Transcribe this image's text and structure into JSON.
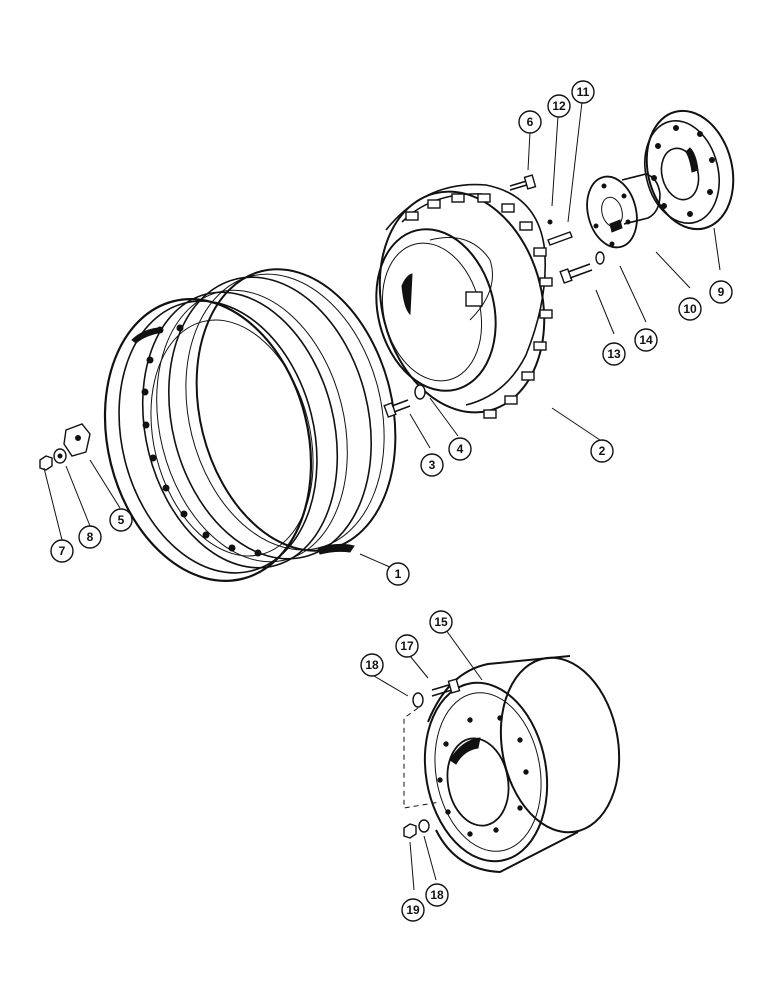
{
  "callouts": [
    {
      "id": "1",
      "text": "1",
      "part": "rim"
    },
    {
      "id": "2",
      "text": "2",
      "part": "wheel-center"
    },
    {
      "id": "3",
      "text": "3",
      "part": "bolt"
    },
    {
      "id": "4",
      "text": "4",
      "part": "washer"
    },
    {
      "id": "5",
      "text": "5",
      "part": "clamp"
    },
    {
      "id": "6",
      "text": "6",
      "part": "bolt"
    },
    {
      "id": "7",
      "text": "7",
      "part": "nut"
    },
    {
      "id": "8",
      "text": "8",
      "part": "washer"
    },
    {
      "id": "9",
      "text": "9",
      "part": "hub"
    },
    {
      "id": "10",
      "text": "10",
      "part": "flange"
    },
    {
      "id": "11",
      "text": "11",
      "part": "key"
    },
    {
      "id": "12",
      "text": "12",
      "part": "pin"
    },
    {
      "id": "13",
      "text": "13",
      "part": "bolt"
    },
    {
      "id": "14",
      "text": "14",
      "part": "washer"
    },
    {
      "id": "15",
      "text": "15",
      "part": "wheel-weight"
    },
    {
      "id": "17",
      "text": "17",
      "part": "bolt"
    },
    {
      "id": "18a",
      "text": "18",
      "part": "washer"
    },
    {
      "id": "18b",
      "text": "18",
      "part": "washer"
    },
    {
      "id": "19",
      "text": "19",
      "part": "nut"
    }
  ],
  "colors": {
    "ink": "#111111",
    "paper": "#ffffff"
  }
}
